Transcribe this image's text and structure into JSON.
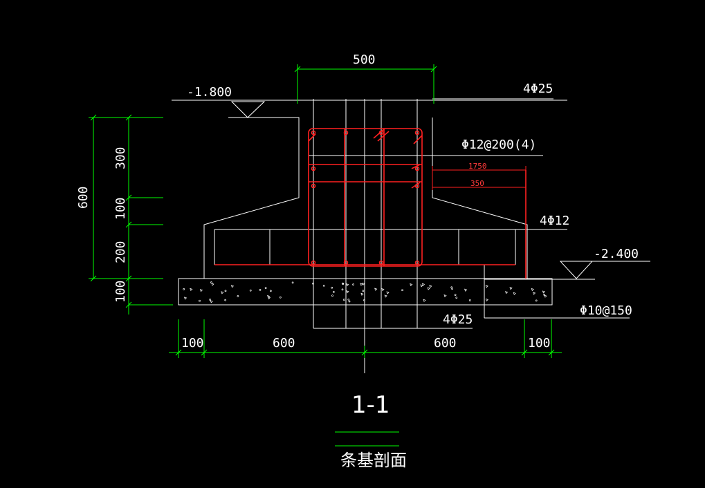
{
  "dimensions": {
    "top_width": "500",
    "left_total": "600",
    "left_300": "300",
    "left_100a": "100",
    "left_200": "200",
    "left_100b": "100",
    "bottom_100_left": "100",
    "bottom_600_left": "600",
    "bottom_600_right": "600",
    "bottom_100_right": "100",
    "rebar_1750": "1750",
    "rebar_350": "350"
  },
  "elevations": {
    "top": "-1.800",
    "bottom": "-2.400"
  },
  "rebar_labels": {
    "top_longitudinal": "4Φ25",
    "stirrup": "Φ12@200(4)",
    "side_bars": "4Φ12",
    "bottom_longitudinal": "4Φ25",
    "footing_distribution": "Φ10@150"
  },
  "section": {
    "title": "1-1",
    "subtitle": "条基剖面"
  },
  "colors": {
    "background": "#000000",
    "outline": "#ffffff",
    "dimension": "#00ff00",
    "rebar": "#ff2020"
  }
}
